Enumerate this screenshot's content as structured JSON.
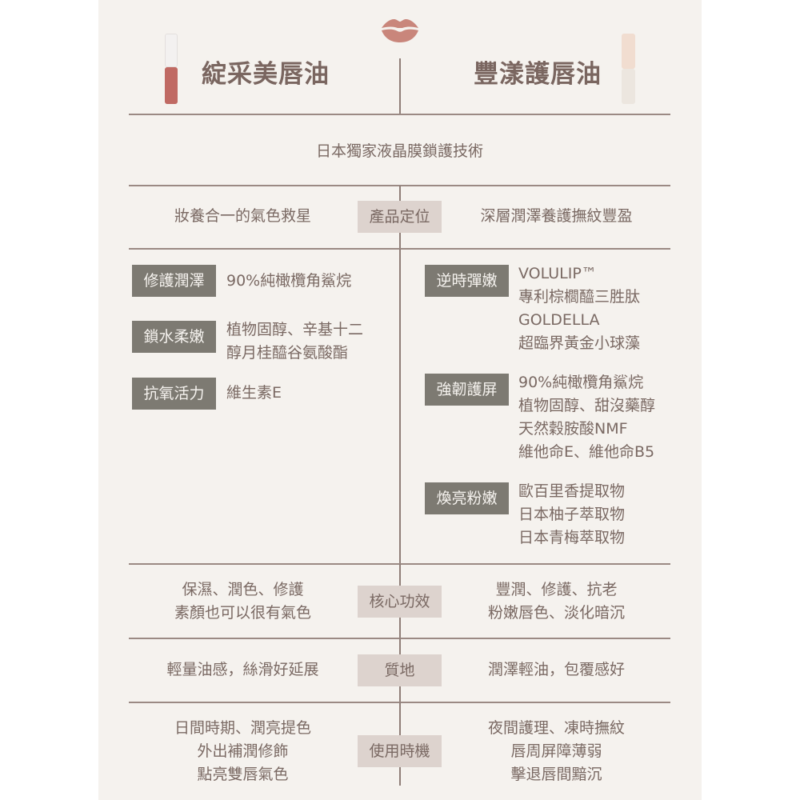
{
  "header": {
    "icon": "lips-icon",
    "left_product": {
      "name": "綻采美唇油",
      "image": "lip-oil-tube-red"
    },
    "right_product": {
      "name": "豐漾護唇油",
      "image": "lip-oil-tube-nude"
    }
  },
  "shared_feature": "日本獨家液晶膜鎖護技術",
  "rows": {
    "positioning": {
      "label": "產品定位",
      "left": "妝養合一的氣色救星",
      "right": "深層潤澤養護撫紋豐盈"
    },
    "core": {
      "label": "核心功效",
      "left": [
        "保濕、潤色、修護",
        "素顏也可以很有氣色"
      ],
      "right": [
        "豐潤、修護、抗老",
        "粉嫩唇色、淡化暗沉"
      ]
    },
    "texture": {
      "label": "質地",
      "left": "輕量油感，絲滑好延展",
      "right": "潤澤輕油，包覆感好"
    },
    "timing": {
      "label": "使用時機",
      "left": [
        "日間時期、潤亮提色",
        "外出補潤修飾",
        "點亮雙唇氣色"
      ],
      "right": [
        "夜間護理、凍時撫紋",
        "唇周屏障薄弱",
        "擊退唇間黯沉"
      ]
    }
  },
  "ingredients": {
    "left": [
      {
        "tag": "修護潤澤",
        "lines": [
          "90%純橄欖角鯊烷"
        ]
      },
      {
        "tag": "鎖水柔嫩",
        "lines": [
          "植物固醇、辛基十二",
          "醇月桂醯谷氨酸酯"
        ]
      },
      {
        "tag": "抗氧活力",
        "lines": [
          "維生素E"
        ]
      }
    ],
    "right": [
      {
        "tag": "逆時彈嫩",
        "lines": [
          "VOLULIP™",
          "專利棕櫚醯三胜肽",
          "GOLDELLA",
          "超臨界黃金小球藻"
        ]
      },
      {
        "tag": "強韌護屏",
        "lines": [
          "90%純橄欖角鯊烷",
          "植物固醇、甜沒藥醇",
          "天然穀胺酸NMF",
          "維他命E、維他命B5"
        ]
      },
      {
        "tag": "煥亮粉嫩",
        "lines": [
          "歐百里香提取物",
          "日本柚子萃取物",
          "日本青梅萃取物"
        ]
      }
    ]
  },
  "colors": {
    "background": "#f5f2ee",
    "title_text": "#7a6660",
    "body_text": "#7a6963",
    "divider": "#9b8a84",
    "center_label_bg": "#ddd3ce",
    "tag_bg": "#7d7a72",
    "tag_text": "#f5f2ee",
    "lips": "#c9867b"
  }
}
